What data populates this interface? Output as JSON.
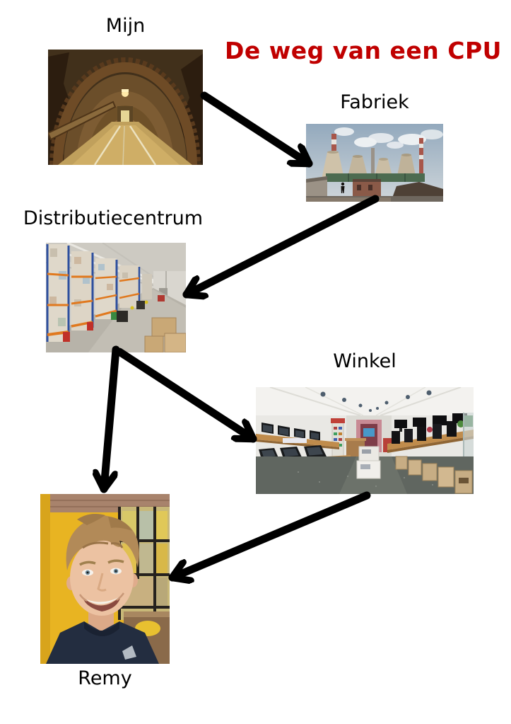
{
  "slide": {
    "title": "De weg van een CPU",
    "colors": {
      "title": "#c00000",
      "labels": "#000000",
      "arrows": "#000000",
      "background": "#ffffff"
    }
  },
  "nodes": [
    {
      "id": "mijn",
      "label": "Mijn",
      "photo": "mine-tunnel-photo"
    },
    {
      "id": "fabriek",
      "label": "Fabriek",
      "photo": "factory-smokestacks-photo"
    },
    {
      "id": "distributiecentrum",
      "label": "Distributiecentrum",
      "photo": "warehouse-interior-photo"
    },
    {
      "id": "winkel",
      "label": "Winkel",
      "photo": "computer-shop-interior-photo"
    },
    {
      "id": "remy",
      "label": "Remy",
      "photo": "boy-portrait-photo"
    }
  ],
  "edges": [
    {
      "from": "mijn",
      "to": "fabriek"
    },
    {
      "from": "fabriek",
      "to": "distributiecentrum"
    },
    {
      "from": "distributiecentrum",
      "to": "winkel"
    },
    {
      "from": "distributiecentrum",
      "to": "remy"
    },
    {
      "from": "winkel",
      "to": "remy"
    }
  ]
}
